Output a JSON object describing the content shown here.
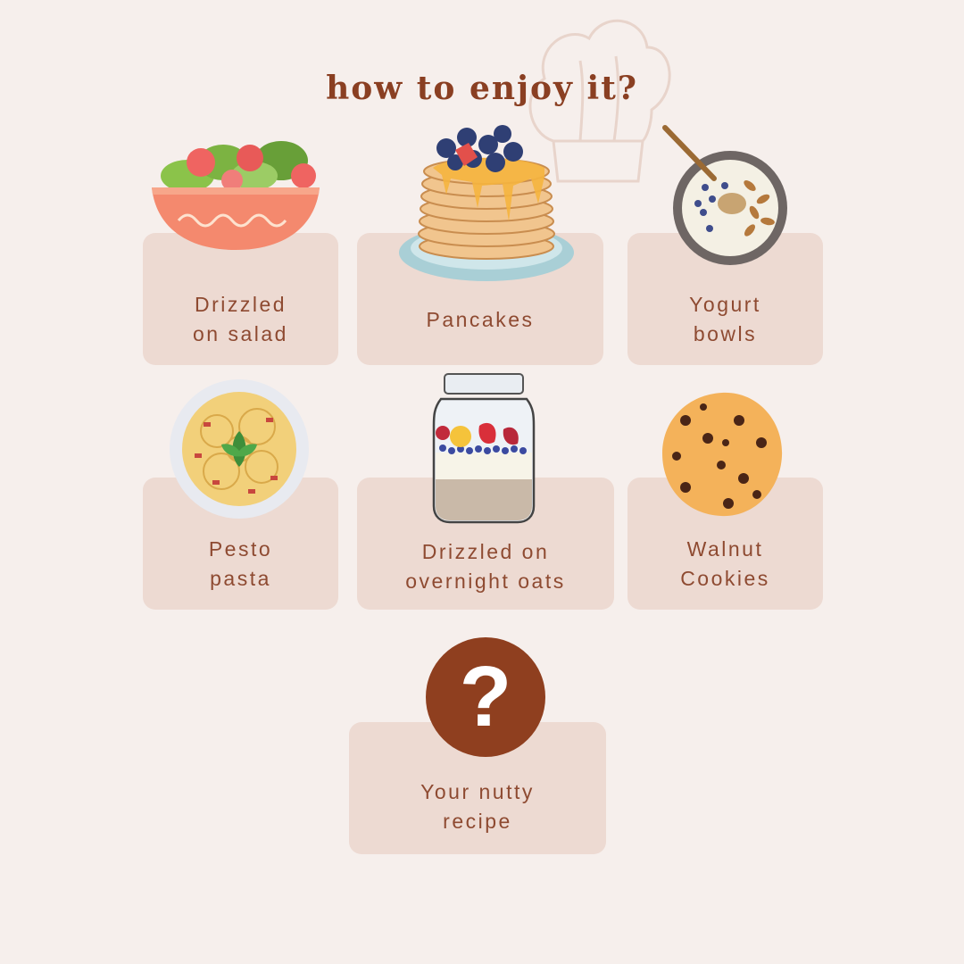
{
  "title": "how to enjoy it?",
  "colors": {
    "background": "#f6efec",
    "card": "#eddad2",
    "title": "#8a3f22",
    "label": "#8e4a31",
    "question_circle": "#8f3f1f"
  },
  "cards": [
    {
      "label": "Drizzled\non salad",
      "icon": "salad-bowl-icon"
    },
    {
      "label": "Pancakes",
      "icon": "pancake-stack-icon"
    },
    {
      "label": "Yogurt\nbowls",
      "icon": "yogurt-bowl-icon"
    },
    {
      "label": "Pesto\npasta",
      "icon": "pasta-plate-icon"
    },
    {
      "label": "Drizzled on\novernight oats",
      "icon": "overnight-oats-jar-icon"
    },
    {
      "label": "Walnut\nCookies",
      "icon": "cookie-icon"
    },
    {
      "label": "Your nutty\nrecipe",
      "icon": "question-mark-icon"
    }
  ],
  "question_mark": "?"
}
